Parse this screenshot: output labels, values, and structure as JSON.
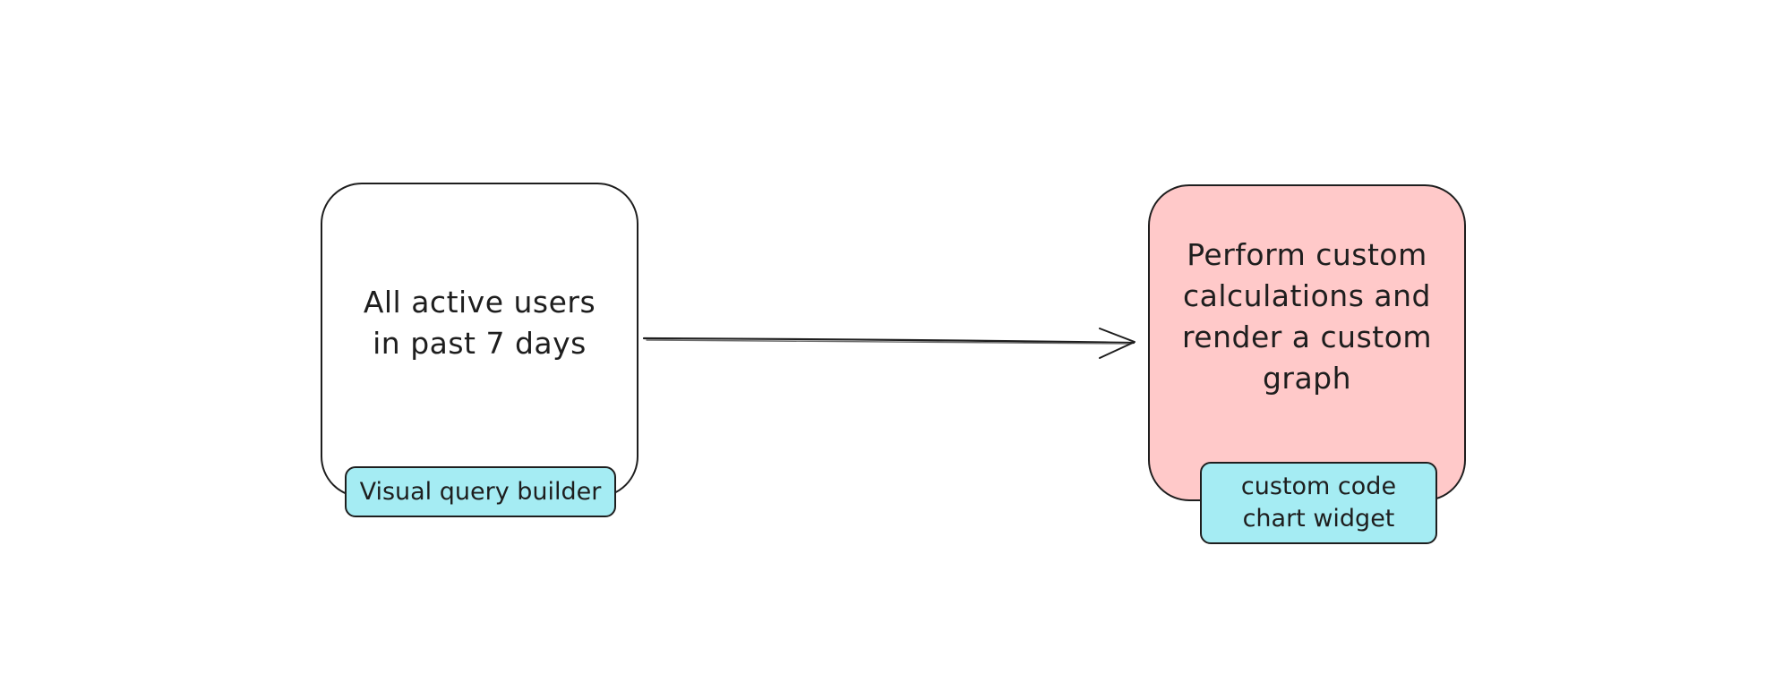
{
  "diagram": {
    "type": "flowchart",
    "colors": {
      "stroke": "#1e1e1e",
      "left_fill": "#ffffff",
      "right_fill": "#ffc9c9",
      "tag_fill": "#a5ecf3",
      "background": "#ffffff"
    },
    "nodes": [
      {
        "id": "source",
        "label": "All active users\nin past 7 days",
        "tag": "Visual query builder"
      },
      {
        "id": "target",
        "label": "Perform custom\ncalculations and\nrender a custom\ngraph",
        "tag": "custom code\nchart widget"
      }
    ],
    "edges": [
      {
        "from": "source",
        "to": "target",
        "style": "arrow"
      }
    ]
  }
}
